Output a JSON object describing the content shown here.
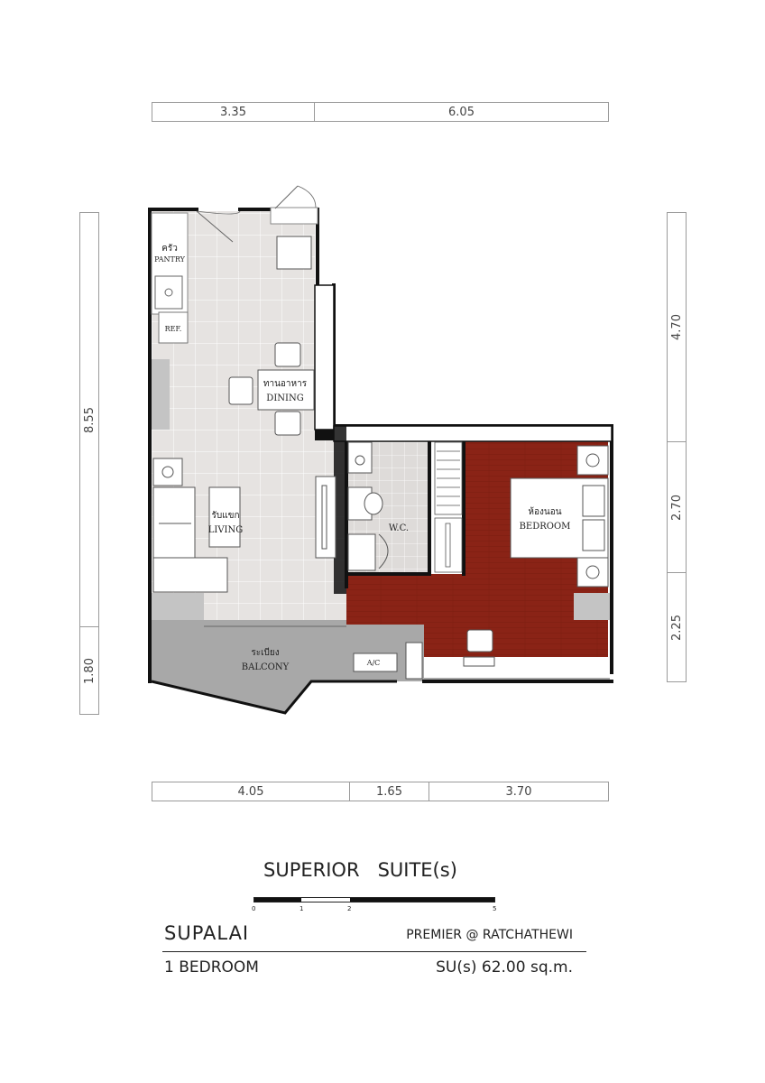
{
  "dimensions": {
    "top": [
      "3.35",
      "6.05"
    ],
    "bottom": [
      "4.05",
      "1.65",
      "3.70"
    ],
    "left": [
      "8.55",
      "1.80"
    ],
    "right": [
      "4.70",
      "2.70",
      "2.25"
    ]
  },
  "rooms": {
    "pantry_th": "ครัว",
    "pantry_en": "PANTRY",
    "ref": "REF.",
    "dining_th": "ทานอาหาร",
    "dining_en": "DINING",
    "living_th": "รับแขก",
    "living_en": "LIVING",
    "wc": "W.C.",
    "bedroom_th": "ห้องนอน",
    "bedroom_en": "BEDROOM",
    "balcony_th": "ระเบียง",
    "balcony_en": "BALCONY",
    "ac": "A/C"
  },
  "footer": {
    "unit_type": "SUPERIOR   SUITE(s)",
    "scale_labels": [
      "0",
      "1",
      "2",
      "5"
    ],
    "brand": "SUPALAI",
    "project": "PREMIER @ RATCHATHEWI",
    "bedrooms": "1 BEDROOM",
    "area": "SU(s) 62.00 sq.m."
  },
  "colors": {
    "floor_tile": "#e6e3e1",
    "bedroom_floor": "#8a2316",
    "balcony": "#a8a8a8",
    "wall": "#111111",
    "column": "#c4c4c4"
  }
}
